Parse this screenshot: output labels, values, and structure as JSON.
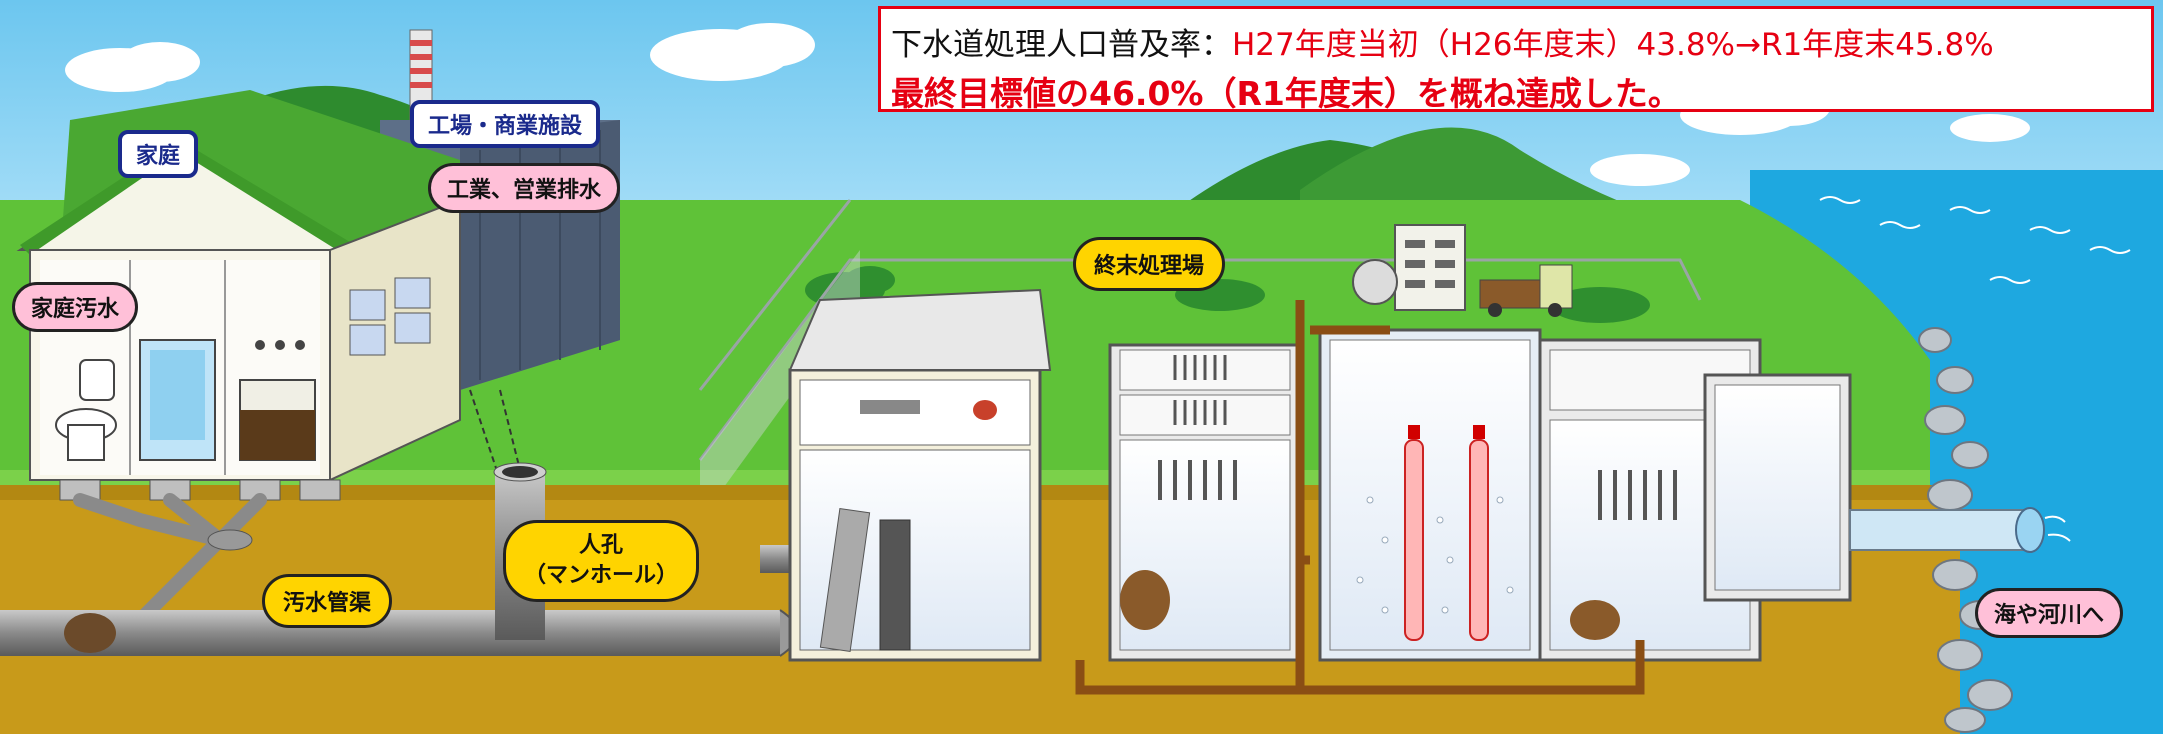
{
  "header": {
    "prefix": "下水道処理人口普及率：",
    "value": "H27年度当初（H26年度末）43.8%→R1年度末45.8%",
    "achievement": "最終目標値の46.0%（R1年度末）を概ね達成した。"
  },
  "labels": {
    "household": "家庭",
    "factory": "工場・商業施設",
    "industrial_wastewater": "工業、営業排水",
    "domestic_wastewater": "家庭汚水",
    "sewer_pipe": "汚水管渠",
    "manhole_line1": "人孔",
    "manhole_line2": "（マンホール）",
    "treatment_plant": "終末処理場",
    "outlet": "海や河川へ"
  },
  "colors": {
    "sky": "#7fd0f2",
    "grass": "#5fc238",
    "ground": "#c89a1a",
    "sea": "#1ea8e0",
    "accent_red": "#e60012",
    "label_blue": "#1a2a8c"
  }
}
